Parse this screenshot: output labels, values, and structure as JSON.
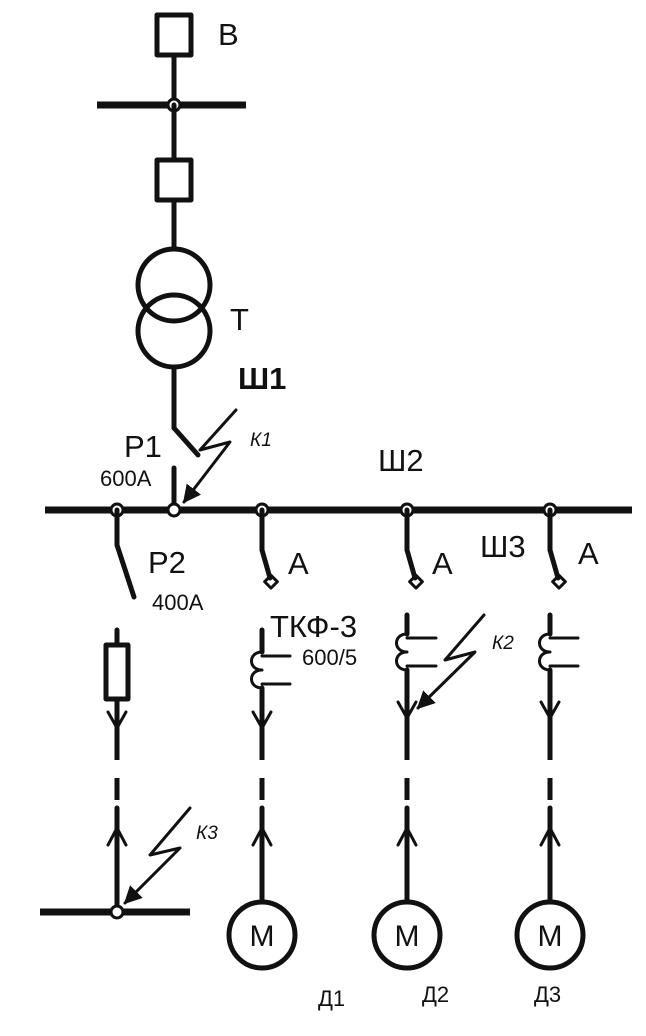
{
  "labels": {
    "source": "В",
    "transformer": "Т",
    "bus1": "Ш1",
    "bus2": "Ш2",
    "bus3": "Ш3",
    "switch_main": "Р1",
    "switch_main_rating": "600А",
    "switch_branch": "Р2",
    "switch_branch_rating": "400А",
    "breaker_1": "А",
    "breaker_2": "А",
    "breaker_3": "А",
    "ct_type": "ТКФ-3",
    "ct_ratio": "600/5",
    "fault_1": "К1",
    "fault_2": "К2",
    "fault_3": "К3",
    "motor_1": "М",
    "motor_2": "М",
    "motor_3": "М",
    "motor_1_name": "Д1",
    "motor_2_name": "Д2",
    "motor_3_name": "Д3"
  }
}
